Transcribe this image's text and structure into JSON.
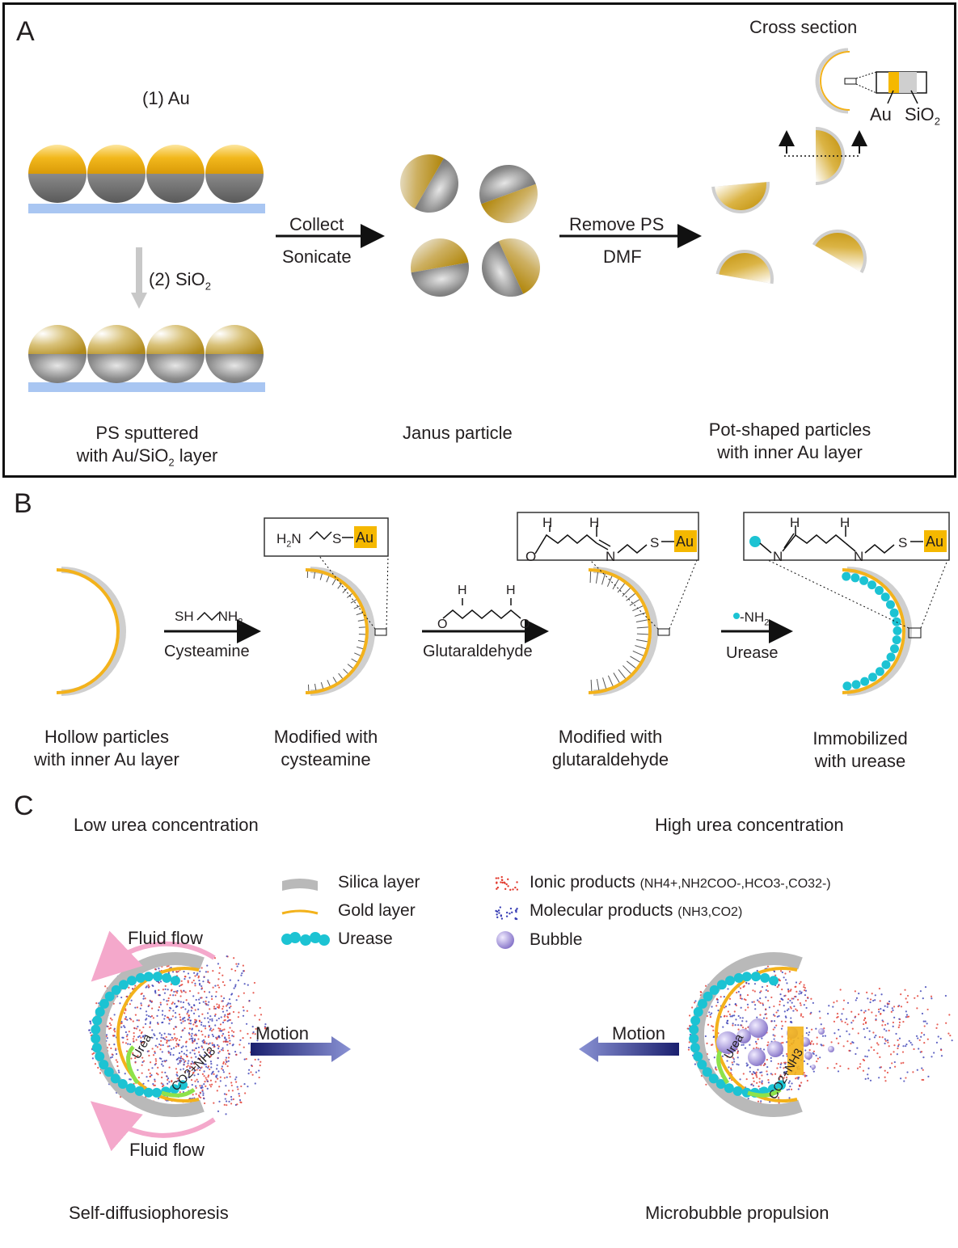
{
  "panelA": {
    "label": "A",
    "step1": "(1) Au",
    "step2": "(2) SiO",
    "step2_sub": "2",
    "arrow1_top": "Collect",
    "arrow1_bottom": "Sonicate",
    "arrow2_top": "Remove PS",
    "arrow2_bottom": "DMF",
    "cross_section": "Cross section",
    "au": "Au",
    "sio2": "SiO",
    "sio2_sub": "2",
    "caption_left_1": "PS sputtered",
    "caption_left_2a": "with  Au/SiO",
    "caption_left_2sub": "2",
    "caption_left_2b": " layer",
    "caption_mid": "Janus particle",
    "caption_right_1": "Pot-shaped particles",
    "caption_right_2": "with inner Au layer"
  },
  "panelB": {
    "label": "B",
    "reagent1_formula": "SH",
    "reagent1_formula_b": "NH",
    "reagent1_formula_sub": "2",
    "reagent1": "Cysteamine",
    "reagent2": "Glutaraldehyde",
    "reagent3_formula": "-NH",
    "reagent3_formula_sub": "2",
    "reagent3": "Urease",
    "box1_h2n": "H",
    "box1_h2n_sub": "2",
    "box1_n": "N",
    "box1_s": "S",
    "box_au": "Au",
    "h": "H",
    "o": "O",
    "n": "N",
    "s": "S",
    "caption1_1": "Hollow particles",
    "caption1_2": "with inner Au layer",
    "caption2_1": "Modified with",
    "caption2_2": "cysteamine",
    "caption3_1": "Modified with",
    "caption3_2": "glutaraldehyde",
    "caption4_1": "Immobilized",
    "caption4_2": "with urease"
  },
  "panelC": {
    "label": "C",
    "low": "Low urea concentration",
    "high": "High  urea  concentration",
    "legend_silica": "Silica layer",
    "legend_gold": "Gold layer",
    "legend_urease": "Urease",
    "legend_ionic": "Ionic products",
    "legend_ionic_formula": "(NH4+,NH2COO-,HCO3-,CO32-)",
    "legend_molecular": "Molecular products",
    "legend_molecular_formula": "(NH3,CO2)",
    "legend_bubble": "Bubble",
    "fluid_top": "Fluid flow",
    "fluid_bottom": "Fluid flow",
    "motion_left": "Motion",
    "motion_right": "Motion",
    "urea": "Urea",
    "products": "CO2+NH3",
    "caption_left": "Self-diffusiophoresis",
    "caption_right": "Microbubble propulsion"
  },
  "colors": {
    "gold": "#f3b21b",
    "silica": "#bdbdbd",
    "urease": "#1cc3d3",
    "substrate": "#a9c6f2",
    "motion_arrow": "#1a1f6e",
    "fluid_arrow": "#e8539a",
    "highlight_au": "#f5b800"
  }
}
